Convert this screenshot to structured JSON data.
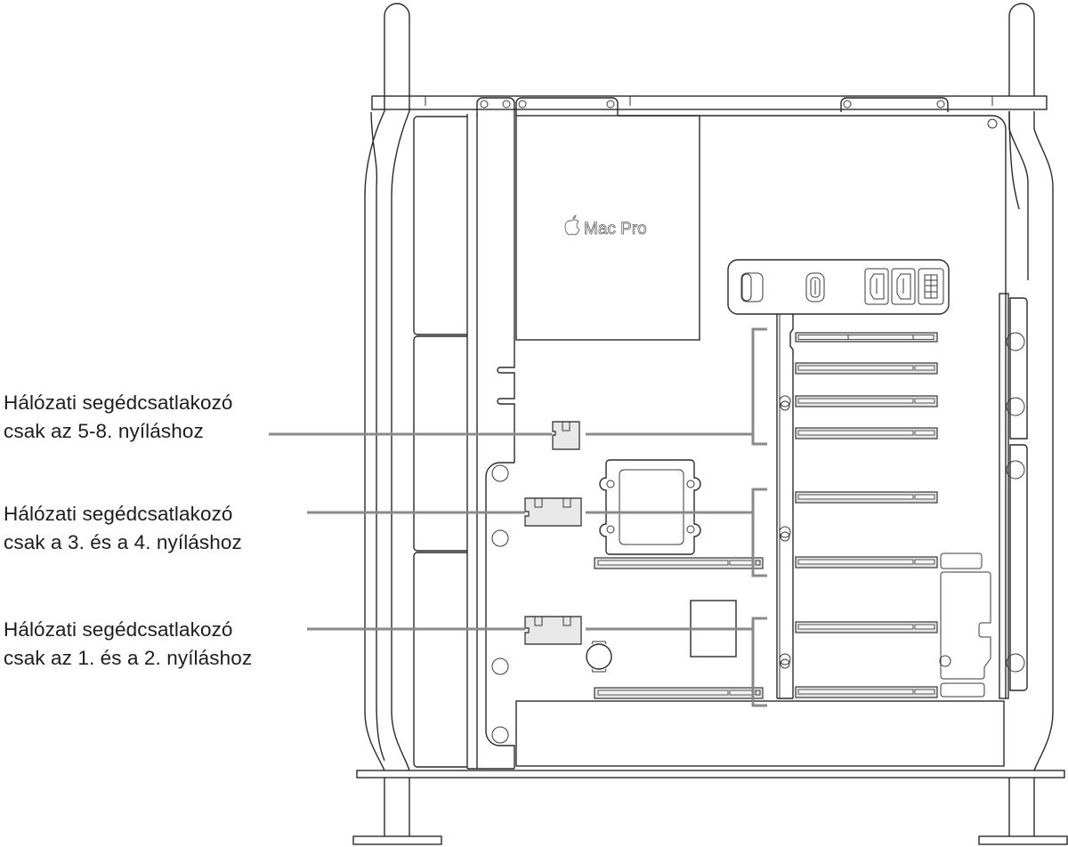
{
  "figure": {
    "subject": "Mac Pro tower interior, side view",
    "brand_label": "Mac Pro",
    "brand_icon": "apple-logo-icon"
  },
  "callouts": [
    {
      "id": "aux-power-5-8",
      "line1": "Hálózati segédcsatlakozó",
      "line2": "csak az 5-8. nyíláshoz",
      "target": "PCIe slots 5–8"
    },
    {
      "id": "aux-power-3-4",
      "line1": "Hálózati segédcsatlakozó",
      "line2": "csak a 3. és a 4. nyíláshoz",
      "target": "PCIe slots 3–4"
    },
    {
      "id": "aux-power-1-2",
      "line1": "Hálózati segédcsatlakozó",
      "line2": "csak az 1. és a 2. nyíláshoz",
      "target": "PCIe slots 1–2"
    }
  ],
  "colors": {
    "outline": "#2a2a2a",
    "leader": "#8a8a8a",
    "connector_fill": "#e8e8e8",
    "text": "#1d1d1f"
  }
}
